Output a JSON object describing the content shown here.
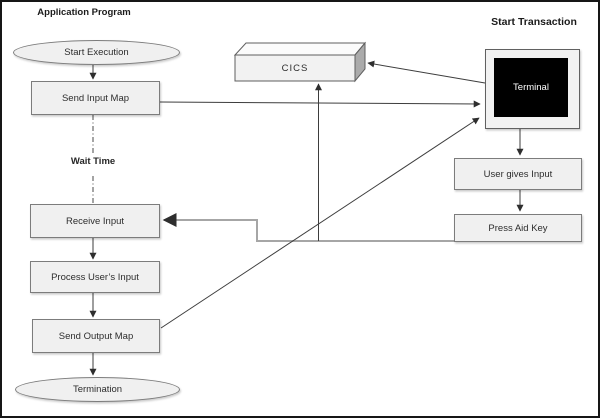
{
  "titles": {
    "application_program": "Application Program",
    "start_transaction": "Start Transaction"
  },
  "nodes": {
    "start_execution": {
      "label": "Start Execution",
      "shape": "ellipse"
    },
    "send_input_map": {
      "label": "Send Input Map",
      "shape": "rectangle"
    },
    "wait_time": {
      "label": "Wait Time",
      "shape": "text-label"
    },
    "receive_input": {
      "label": "Receive Input",
      "shape": "rectangle"
    },
    "process_users_input": {
      "label": "Process User’s Input",
      "shape": "rectangle"
    },
    "send_output_map": {
      "label": "Send Output Map",
      "shape": "rectangle"
    },
    "termination": {
      "label": "Termination",
      "shape": "ellipse"
    },
    "cics": {
      "label": "CICS",
      "shape": "3d-box"
    },
    "terminal": {
      "label": "Terminal",
      "shape": "monitor-screen"
    },
    "user_gives_input": {
      "label": "User gives Input",
      "shape": "rectangle"
    },
    "press_aid_key": {
      "label": "Press Aid Key",
      "shape": "rectangle"
    }
  },
  "edges": [
    {
      "from": "start_execution",
      "to": "send_input_map",
      "style": "solid",
      "arrow": "to"
    },
    {
      "from": "send_input_map",
      "to": "receive_input",
      "style": "dash-dot",
      "arrow": "none",
      "via_label": "Wait Time"
    },
    {
      "from": "send_input_map",
      "to": "terminal",
      "style": "solid",
      "arrow": "to"
    },
    {
      "from": "terminal",
      "to": "cics",
      "style": "solid",
      "arrow": "to"
    },
    {
      "from": "terminal",
      "to": "user_gives_input",
      "style": "solid",
      "arrow": "to"
    },
    {
      "from": "user_gives_input",
      "to": "press_aid_key",
      "style": "solid",
      "arrow": "to"
    },
    {
      "from": "press_aid_key",
      "to": "receive_input",
      "style": "solid-gray",
      "arrow": "to"
    },
    {
      "from": "press_aid_key",
      "to": "cics",
      "style": "solid",
      "arrow": "to"
    },
    {
      "from": "receive_input",
      "to": "process_users_input",
      "style": "solid",
      "arrow": "to"
    },
    {
      "from": "process_users_input",
      "to": "send_output_map",
      "style": "solid",
      "arrow": "to"
    },
    {
      "from": "send_output_map",
      "to": "terminal",
      "style": "solid",
      "arrow": "to"
    },
    {
      "from": "send_output_map",
      "to": "termination",
      "style": "solid",
      "arrow": "to"
    }
  ],
  "colors": {
    "background": "#ffffff",
    "frame": "#161616",
    "node_fill": "#f0f0f0",
    "node_border": "#7c7c7c",
    "connector": "#3d3d3d",
    "connector_gray": "#a6a6a6",
    "terminal_screen": "#000000",
    "terminal_text": "#ffffff",
    "cics_top": "#fbfbfb",
    "cics_side": "#ababab"
  }
}
